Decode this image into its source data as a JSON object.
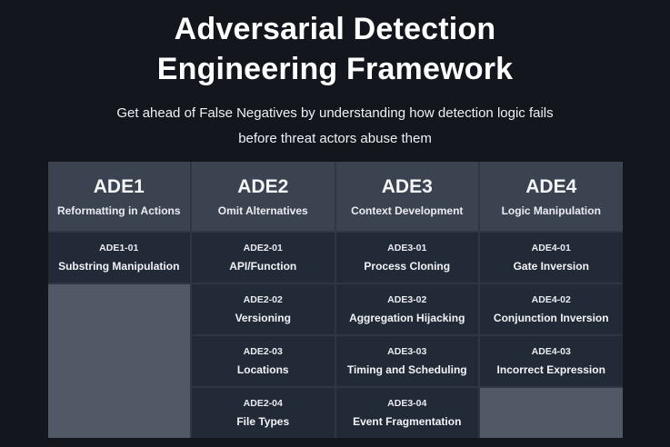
{
  "page": {
    "title_line1": "Adversarial Detection",
    "title_line2": "Engineering Framework",
    "subtitle_line1": "Get ahead of False Negatives by understanding how detection logic fails",
    "subtitle_line2": "before threat actors abuse them"
  },
  "framework": {
    "columns": [
      {
        "id": "ADE1",
        "name": "Reformatting in Actions",
        "techniques": [
          {
            "code": "ADE1-01",
            "name": "Substring Manipulation"
          }
        ]
      },
      {
        "id": "ADE2",
        "name": "Omit Alternatives",
        "techniques": [
          {
            "code": "ADE2-01",
            "name": "API/Function"
          },
          {
            "code": "ADE2-02",
            "name": "Versioning"
          },
          {
            "code": "ADE2-03",
            "name": "Locations"
          },
          {
            "code": "ADE2-04",
            "name": "File Types"
          }
        ]
      },
      {
        "id": "ADE3",
        "name": "Context Development",
        "techniques": [
          {
            "code": "ADE3-01",
            "name": "Process Cloning"
          },
          {
            "code": "ADE3-02",
            "name": "Aggregation Hijacking"
          },
          {
            "code": "ADE3-03",
            "name": "Timing and Scheduling"
          },
          {
            "code": "ADE3-04",
            "name": "Event Fragmentation"
          }
        ]
      },
      {
        "id": "ADE4",
        "name": "Logic Manipulation",
        "techniques": [
          {
            "code": "ADE4-01",
            "name": "Gate Inversion"
          },
          {
            "code": "ADE4-02",
            "name": "Conjunction Inversion"
          },
          {
            "code": "ADE4-03",
            "name": "Incorrect Expression"
          }
        ]
      }
    ]
  },
  "colors": {
    "page_background": "#13171d",
    "header_cell": "#3b4351",
    "technique_cell": "#232a37",
    "empty_cell": "#515967",
    "grid_line": "#2f3644",
    "title_text": "#ffffff",
    "cell_text": "#eef1f4"
  }
}
